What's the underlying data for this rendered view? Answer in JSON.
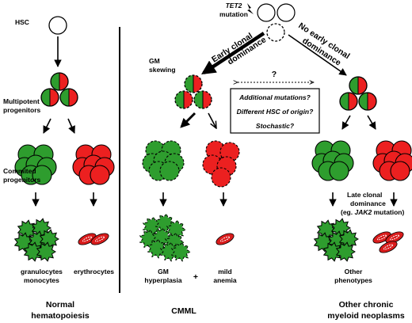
{
  "colors": {
    "green": "#2e9d2e",
    "red": "#ec2020",
    "rbc": "#d91c1c",
    "outline": "#000000"
  },
  "left": {
    "hsc_label": "HSC",
    "multipotent_1": "Multipotent",
    "multipotent_2": "progenitors",
    "committed_1": "Commited",
    "committed_2": "progenitors",
    "granulocytes": "granulocytes",
    "monocytes": "monocytes",
    "erythrocytes": "erythrocytes",
    "footer_1": "Normal",
    "footer_2": "hematopoiesis"
  },
  "top": {
    "tet2": "TET2",
    "mutation": "mutation",
    "early_1": "Early clonal",
    "early_2": "dominance",
    "no_early_1": "No early clonal",
    "no_early_2": "dominance",
    "question": "?"
  },
  "box": {
    "line1": "Additional mutations?",
    "line2": "Different HSC of origin?",
    "line3": "Stochastic?"
  },
  "middle": {
    "gm_skewing_1": "GM",
    "gm_skewing_2": "skewing",
    "gm_hyper_1": "GM",
    "gm_hyper_2": "hyperplasia",
    "plus": "+",
    "anemia_1": "mild",
    "anemia_2": "anemia",
    "footer": "CMML"
  },
  "right": {
    "late_1": "Late clonal",
    "late_2": "dominance",
    "late_3_pre": "(eg.",
    "late_3_gene": "JAK2",
    "late_3_post": "mutation)",
    "other_1": "Other",
    "other_2": "phenotypes",
    "footer_1": "Other chronic",
    "footer_2": "myeloid neoplasms"
  }
}
